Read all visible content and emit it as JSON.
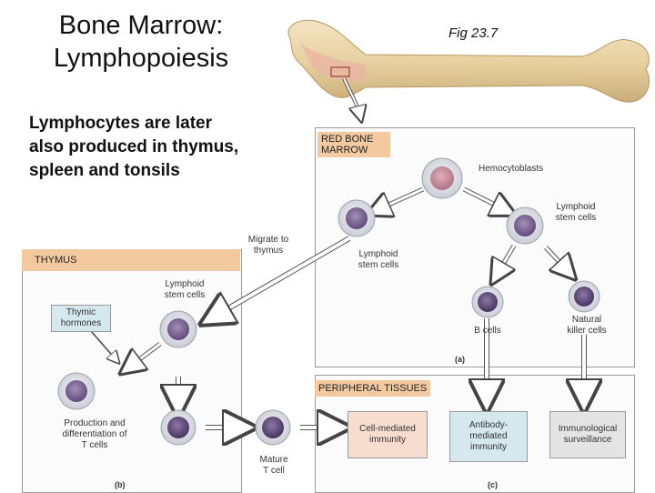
{
  "slide": {
    "title_line1": "Bone Marrow:",
    "title_line2": "Lymphopoiesis",
    "subtitle_line1": "Lymphocytes are later",
    "subtitle_line2": "also produced in thymus,",
    "subtitle_line3": "spleen and tonsils",
    "fig_ref": "Fig 23.7"
  },
  "panel_a": {
    "header_line1": "RED BONE",
    "header_line2": "MARROW",
    "hemocytoblasts": "Hemocytoblasts",
    "lymphoid_stem_line1": "Lymphoid",
    "lymphoid_stem_line2": "stem cells",
    "lymphoid_stem2_line1": "Lymphoid",
    "lymphoid_stem2_line2": "stem cells",
    "b_cells": "B cells",
    "nk_line1": "Natural",
    "nk_line2": "killer cells",
    "letter": "(a)"
  },
  "panel_b": {
    "header": "THYMUS",
    "migrate_line1": "Migrate to",
    "migrate_line2": "thymus",
    "lymphoid_line1": "Lymphoid",
    "lymphoid_line2": "stem cells",
    "hormones_line1": "Thymic",
    "hormones_line2": "hormones",
    "production_line1": "Production and",
    "production_line2": "differentiation of",
    "production_line3": "T cells",
    "mature_line1": "Mature",
    "mature_line2": "T cell",
    "letter": "(b)"
  },
  "panel_c": {
    "header": "PERIPHERAL TISSUES",
    "cell_mediated_line1": "Cell-mediated",
    "cell_mediated_line2": "immunity",
    "antibody_line1": "Antibody-",
    "antibody_line2": "mediated",
    "antibody_line3": "immunity",
    "surveillance_line1": "Immunological",
    "surveillance_line2": "surveillance",
    "letter": "(c)"
  }
}
